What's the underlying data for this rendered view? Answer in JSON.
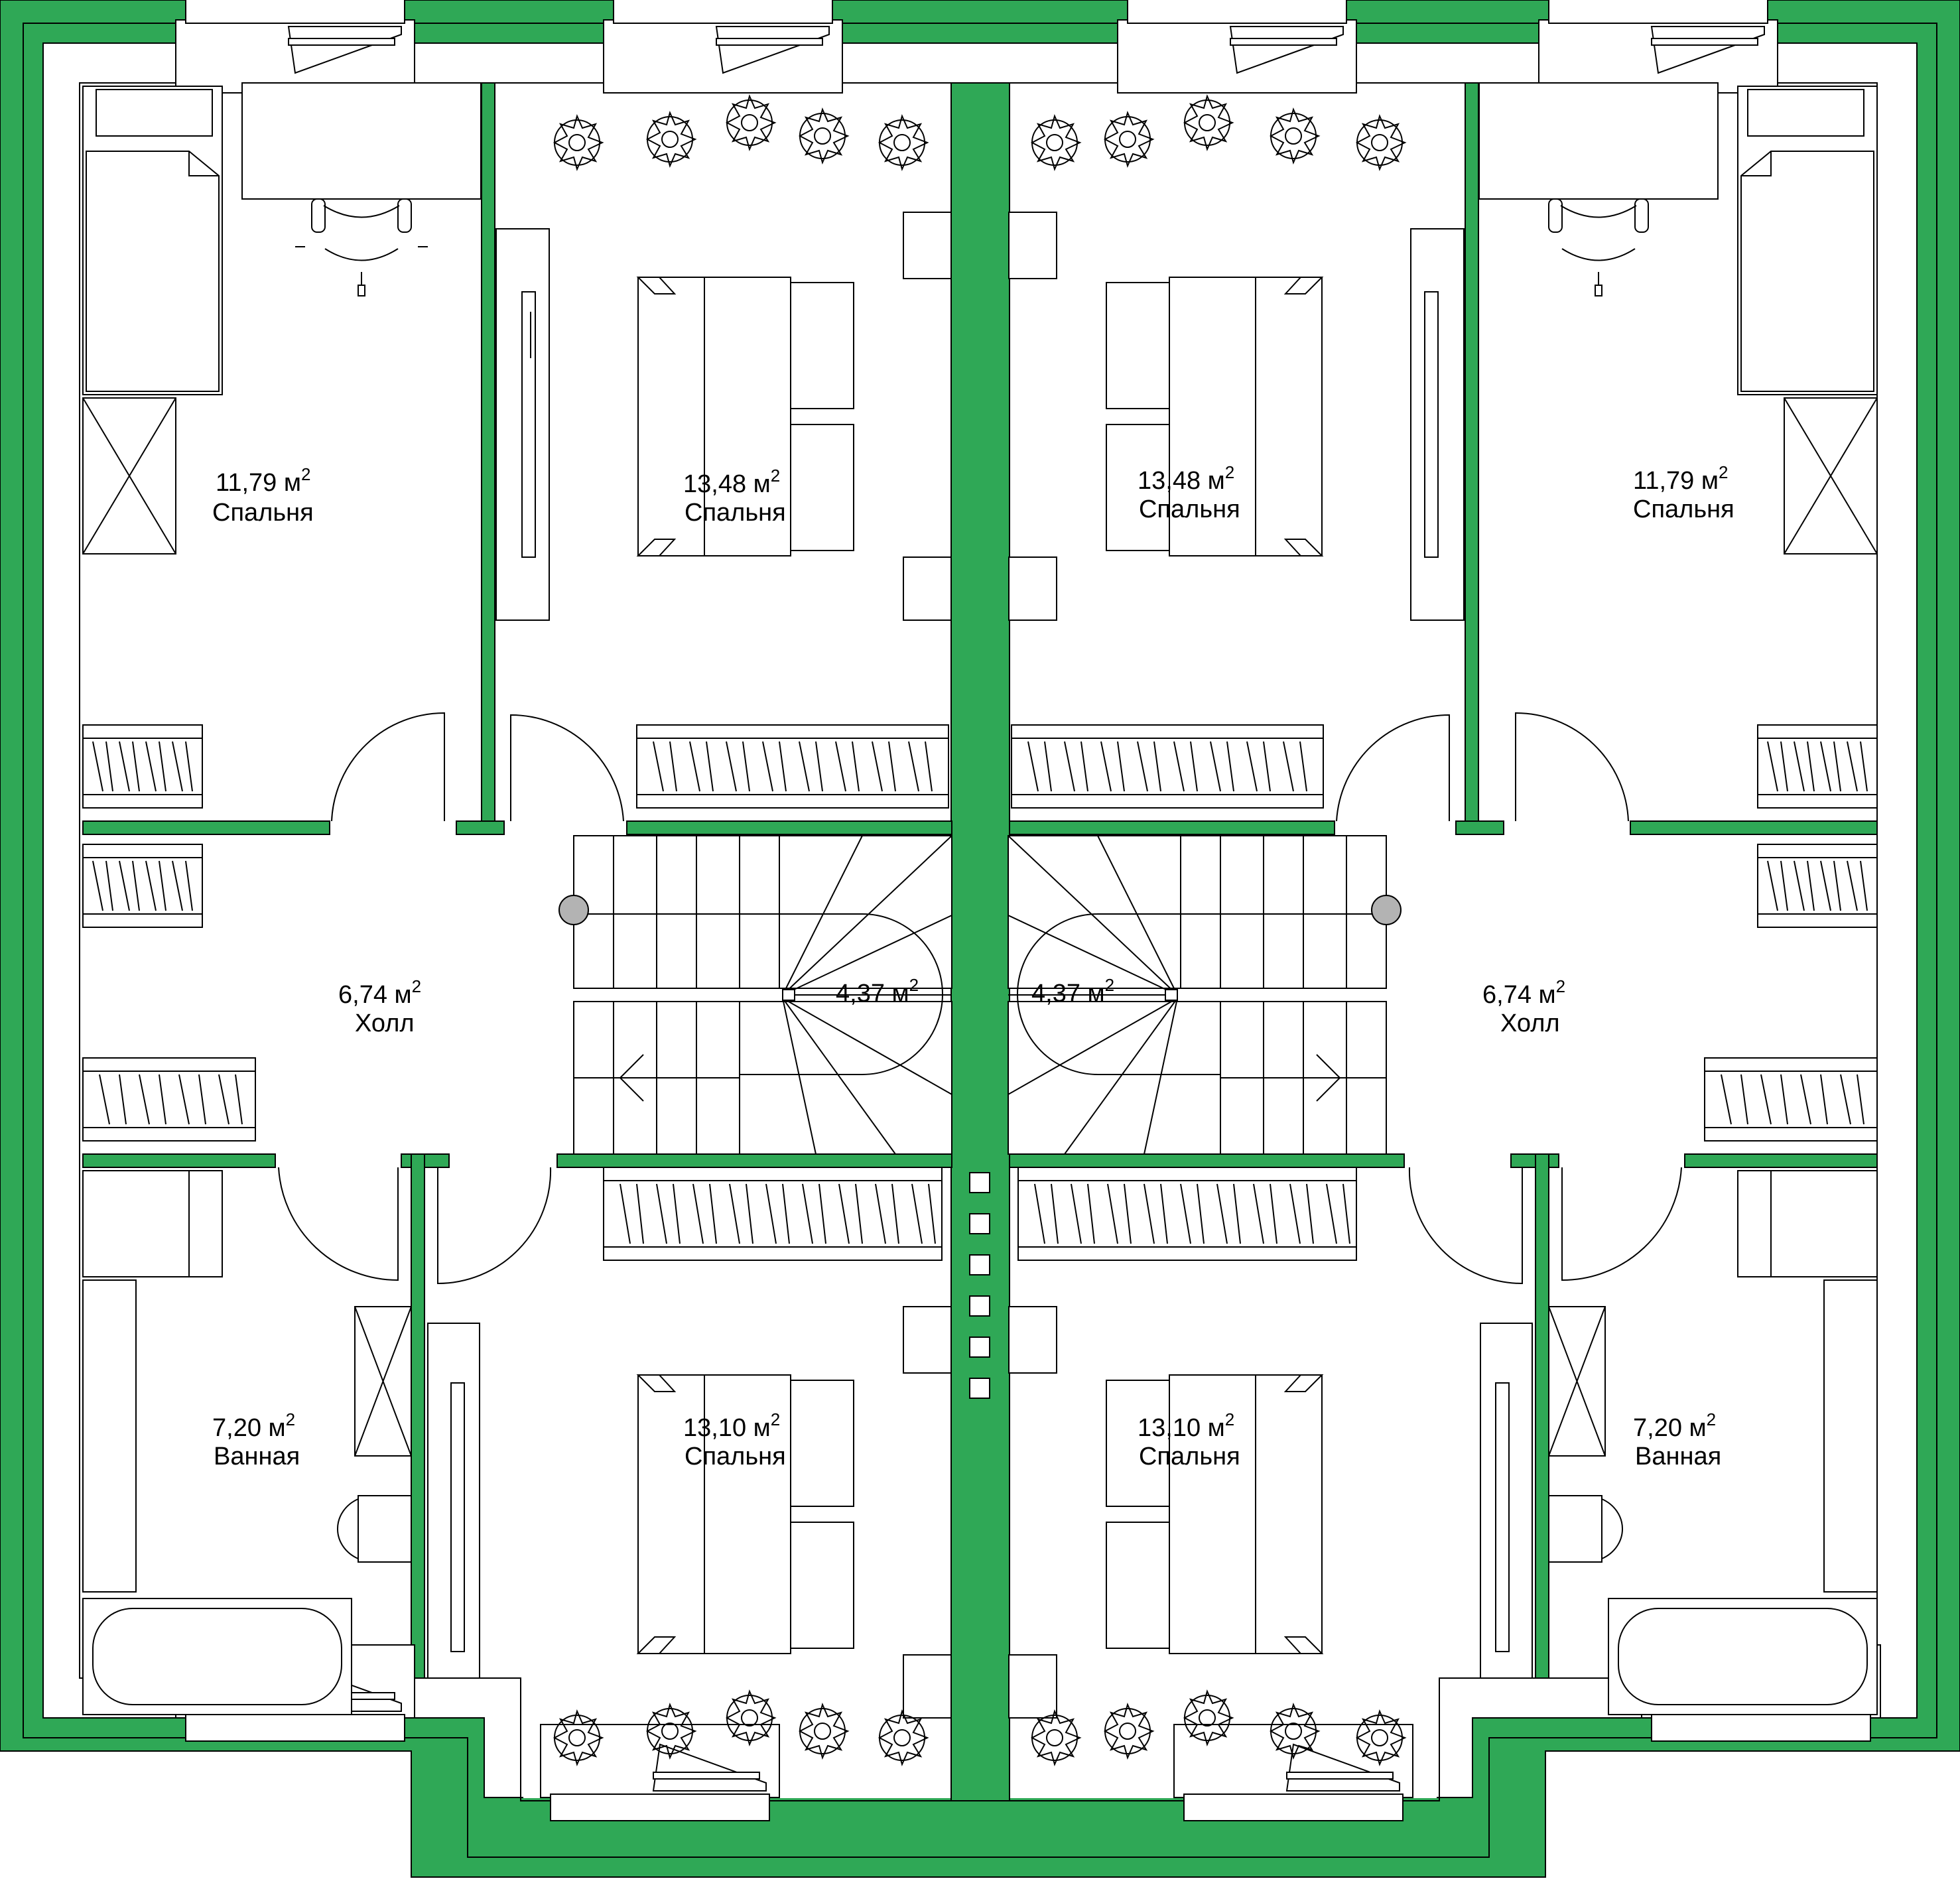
{
  "rooms": [
    {
      "id": "bedroom-nw",
      "area": "11,79 м",
      "sup": "2",
      "name": "Спальня"
    },
    {
      "id": "bedroom-n1",
      "area": "13,48 м",
      "sup": "2",
      "name": "Спальня"
    },
    {
      "id": "bedroom-n2",
      "area": "13,48 м",
      "sup": "2",
      "name": "Спальня"
    },
    {
      "id": "bedroom-ne",
      "area": "11,79 м",
      "sup": "2",
      "name": "Спальня"
    },
    {
      "id": "hall-w",
      "area": "6,74 м",
      "sup": "2",
      "name": "Холл"
    },
    {
      "id": "stair-w",
      "area": "4,37 м",
      "sup": "2",
      "name": ""
    },
    {
      "id": "stair-e",
      "area": "4,37 м",
      "sup": "2",
      "name": ""
    },
    {
      "id": "hall-e",
      "area": "6,74 м",
      "sup": "2",
      "name": "Холл"
    },
    {
      "id": "bathroom-w",
      "area": "7,20 м",
      "sup": "2",
      "name": "Ванная"
    },
    {
      "id": "bedroom-s1",
      "area": "13,10 м",
      "sup": "2",
      "name": "Спальня"
    },
    {
      "id": "bedroom-s2",
      "area": "13,10 м",
      "sup": "2",
      "name": "Спальня"
    },
    {
      "id": "bathroom-e",
      "area": "7,20 м",
      "sup": "2",
      "name": "Ванная"
    }
  ],
  "colors": {
    "wall": "#2fa856",
    "outline": "#000000",
    "floor": "#ffffff",
    "stair-post": "#b3b3b3"
  }
}
